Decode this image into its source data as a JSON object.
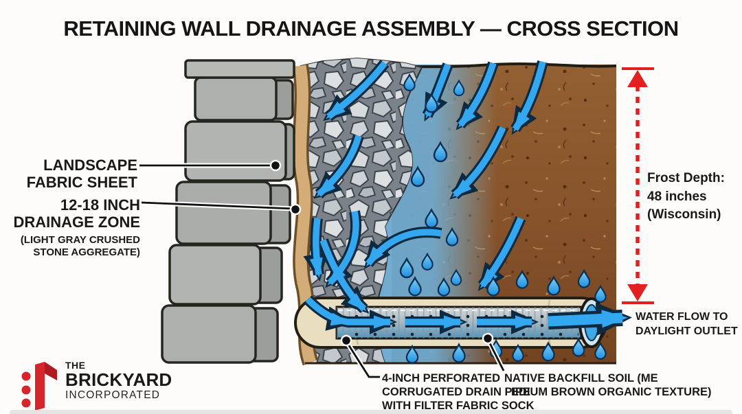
{
  "title": "RETAINING WALL DRAINAGE ASSEMBLY — CROSS SECTION",
  "labels": {
    "landscape_fabric": {
      "line1": "LANDSCAPE",
      "line2": "FABRIC SHEET"
    },
    "drainage_zone": {
      "line1": "12-18 INCH",
      "line2": "DRAINAGE ZONE",
      "sub1": "(LIGHT GRAY CRUSHED",
      "sub2": "STONE AGGREGATE)"
    },
    "frost_depth": {
      "line1": "Frost Depth:",
      "line2": "48 inches",
      "line3": "(Wisconsin)"
    },
    "water_flow": {
      "line1": "WATER FLOW TO",
      "line2": "DAYLIGHT OUTLET"
    },
    "drain_pipe": {
      "line1": "4-INCH PERFORATED",
      "line2": "CORRUGATED DRAIN PIPE",
      "line3": "WITH FILTER FABRIC SOCK"
    },
    "backfill": {
      "line1": "NATIVE BACKFILL SOIL (ME",
      "line2": "EDIUM BROWN ORGANIC TEXTURE)"
    }
  },
  "logo": {
    "the": "THE",
    "name": "BRICKYARD",
    "sub": "INCORPORATED"
  },
  "colors": {
    "accent_red": "#e32020",
    "water_blue": "#33a8f0",
    "arrow_outline": "#0e2a40",
    "soil_brown": "#8a5a2e",
    "gravel_gray": "#d6d9dc",
    "fabric_tan": "#d3ac78",
    "block_gray": "#adb0ac",
    "pipe_cream": "#eadec0"
  }
}
